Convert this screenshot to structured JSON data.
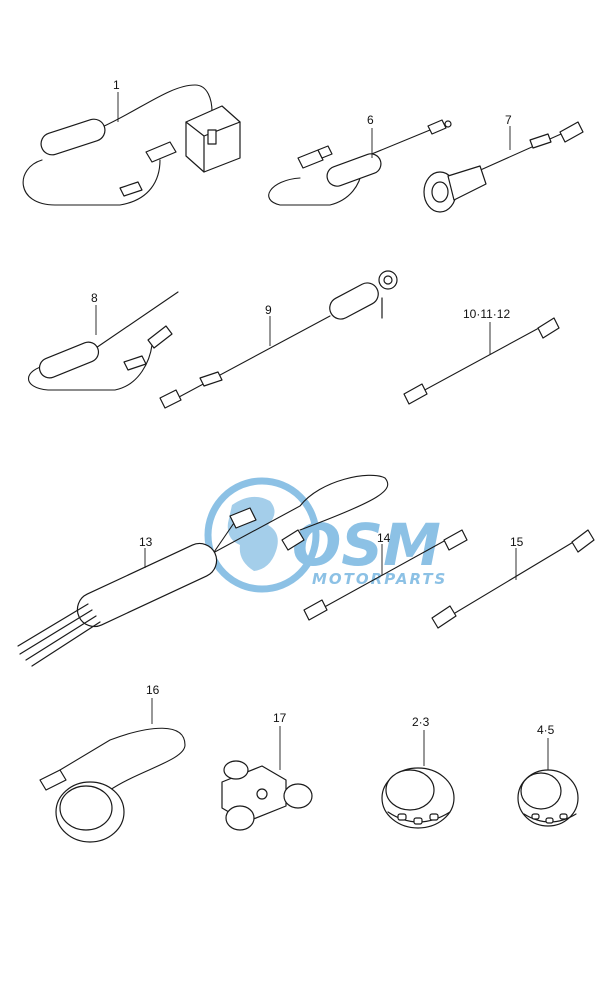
{
  "callouts": {
    "c1": "1",
    "c6": "6",
    "c7": "7",
    "c8": "8",
    "c9": "9",
    "c10": "10·11·12",
    "c13": "13",
    "c14": "14",
    "c15": "15",
    "c16": "16",
    "c17": "17",
    "c23": "2·3",
    "c45": "4·5"
  },
  "watermark": {
    "brand": "OSM",
    "sub": "MOTORPARTS",
    "color": "#2f8fd0"
  },
  "colors": {
    "line": "#1a1a1a",
    "background": "#ffffff"
  }
}
